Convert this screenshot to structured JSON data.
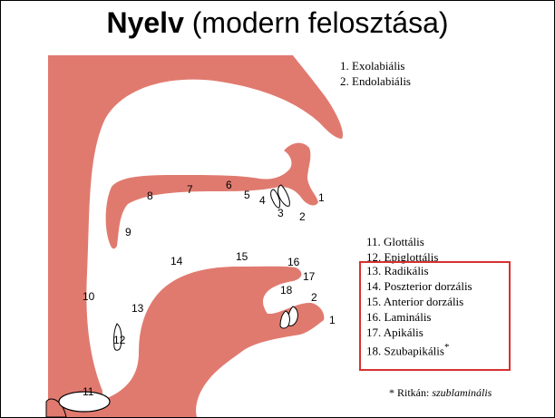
{
  "title": {
    "bold": "Nyelv",
    "rest": " (modern felosztása)"
  },
  "legend_top": [
    "1. Exolabiális",
    "2. Endolabiális"
  ],
  "legend_mid": [
    "11. Glottális",
    "12. Epiglottális"
  ],
  "legend_box": [
    "13. Radikális",
    "14. Poszterior dorzális",
    "15. Anterior dorzális",
    "16. Laminális",
    "17. Apikális",
    "18. Szubapikális"
  ],
  "asterisk": "*",
  "footnote": {
    "prefix": "* Ritkán: ",
    "term": "szublaminális"
  },
  "numbers": [
    "1",
    "2",
    "3",
    "4",
    "5",
    "6",
    "7",
    "8",
    "9",
    "1",
    "2",
    "10",
    "11",
    "12",
    "13",
    "14",
    "15",
    "16",
    "17",
    "18"
  ],
  "colors": {
    "tissue": "#e07a6f",
    "box": "#d93030"
  }
}
